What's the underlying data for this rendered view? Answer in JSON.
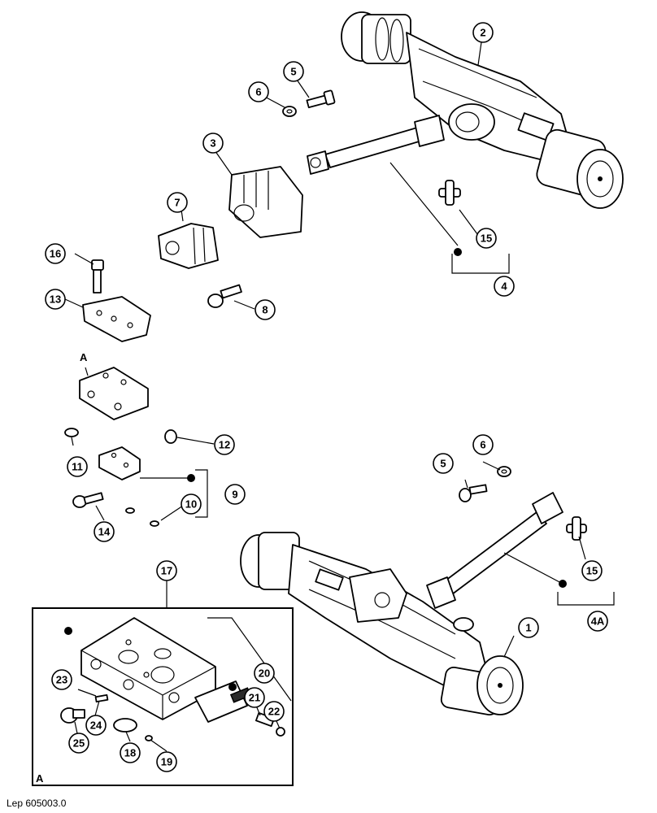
{
  "callouts": {
    "c1": "1",
    "c2": "2",
    "c3": "3",
    "c4": "4",
    "c4a": "4A",
    "c5a": "5",
    "c5b": "5",
    "c6a": "6",
    "c6b": "6",
    "c7": "7",
    "c8": "8",
    "c9": "9",
    "c10": "10",
    "c11": "11",
    "c12": "12",
    "c13": "13",
    "c14": "14",
    "c15a": "15",
    "c15b": "15",
    "c16": "16",
    "c17": "17",
    "c18": "18",
    "c19": "19",
    "c20": "20",
    "c21": "21",
    "c22": "22",
    "c23": "23",
    "c24": "24",
    "c25": "25"
  },
  "labels": {
    "detail_a_top": "A",
    "detail_a_inset": "A",
    "reference": "Lep 605003.0"
  }
}
